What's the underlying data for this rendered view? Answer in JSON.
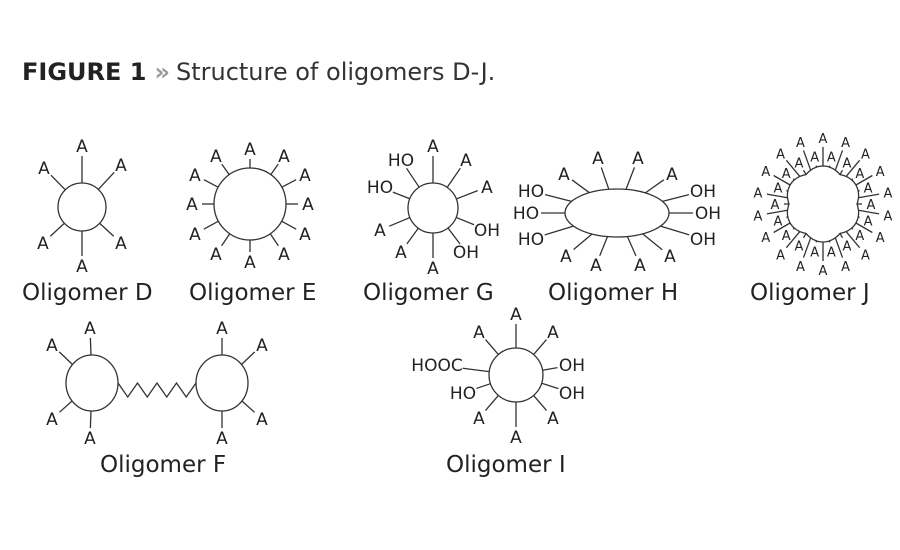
{
  "title": {
    "figure_label": "FIGURE 1",
    "separator": "»",
    "caption": "Structure of oligomers D-J."
  },
  "oligomers": {
    "D": {
      "name": "Oligomer D",
      "substituents": [
        "A",
        "A",
        "A",
        "A",
        "A",
        "A"
      ]
    },
    "E": {
      "name": "Oligomer E",
      "substituents": [
        "A",
        "A",
        "A",
        "A",
        "A",
        "A",
        "A",
        "A",
        "A",
        "A",
        "A",
        "A"
      ]
    },
    "G": {
      "name": "Oligomer G",
      "substituents": [
        "A",
        "A",
        "A",
        "OH",
        "OH",
        "A",
        "A",
        "A",
        "HO",
        "HO"
      ]
    },
    "H": {
      "name": "Oligomer H",
      "substituents": [
        "A",
        "A",
        "A",
        "OH",
        "OH",
        "OH",
        "A",
        "A",
        "A",
        "A",
        "HO",
        "HO",
        "HO",
        "A"
      ]
    },
    "J": {
      "name": "Oligomer J",
      "substituent": "A",
      "substituent_count": 36
    },
    "F": {
      "name": "Oligomer F",
      "substituents": [
        "A",
        "A",
        "A",
        "A",
        "A",
        "A",
        "A",
        "A"
      ]
    },
    "I": {
      "name": "Oligomer I",
      "substituents": [
        "A",
        "A",
        "OH",
        "OH",
        "A",
        "A",
        "A",
        "HO",
        "HOOC",
        "A"
      ]
    }
  }
}
